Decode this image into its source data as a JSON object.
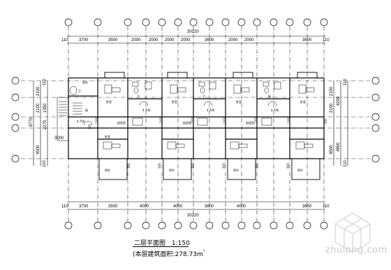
{
  "plan": {
    "title": "二层平面图",
    "scale": "1:150",
    "area_label": "(本层建筑面积:278.73m",
    "area_unit_suffix": "²"
  },
  "dimensions": {
    "top_total": "30220",
    "bottom_total": "30220",
    "top_segments": [
      "3700",
      "3500",
      "2000",
      "2000",
      "2000",
      "2000",
      "3600",
      "2000",
      "2000",
      "3600"
    ],
    "top_edges": [
      "110",
      "110"
    ],
    "bottom_segments": [
      "3700",
      "3500",
      "4000",
      "4000",
      "3600",
      "4000",
      "3600"
    ],
    "bottom_edges": [
      "110",
      "110"
    ],
    "left_total": "8770",
    "left_segments": [
      "2100",
      "2100",
      "4500",
      "1350",
      "2270",
      "3000"
    ],
    "right_total_a": "4200",
    "right_total_b": "4800",
    "right_segments": [
      "2100",
      "2100",
      "4500"
    ],
    "right_edges": [
      "110",
      "110"
    ],
    "left_edges": [
      "110",
      "110"
    ]
  },
  "rooms": {
    "labels": [
      "卧室",
      "卧室",
      "卧室",
      "卧室",
      "卧室",
      "起居室",
      "起居室",
      "起居室",
      "阳台",
      "阳台",
      "阳台",
      "阳台",
      "阳台",
      "卫",
      "卫",
      "卫",
      "厨",
      "厨"
    ],
    "level_marks": [
      "4.700",
      "4.700",
      "4.700",
      "4.700"
    ]
  },
  "openings": {
    "top_marks": [
      "300",
      "1200",
      "1200",
      "1200",
      "1200",
      "1200",
      "1200",
      "300"
    ],
    "balcony_marks": [
      "500",
      "500",
      "500",
      "500",
      "500",
      "500"
    ]
  },
  "watermark": "zhulong.com"
}
